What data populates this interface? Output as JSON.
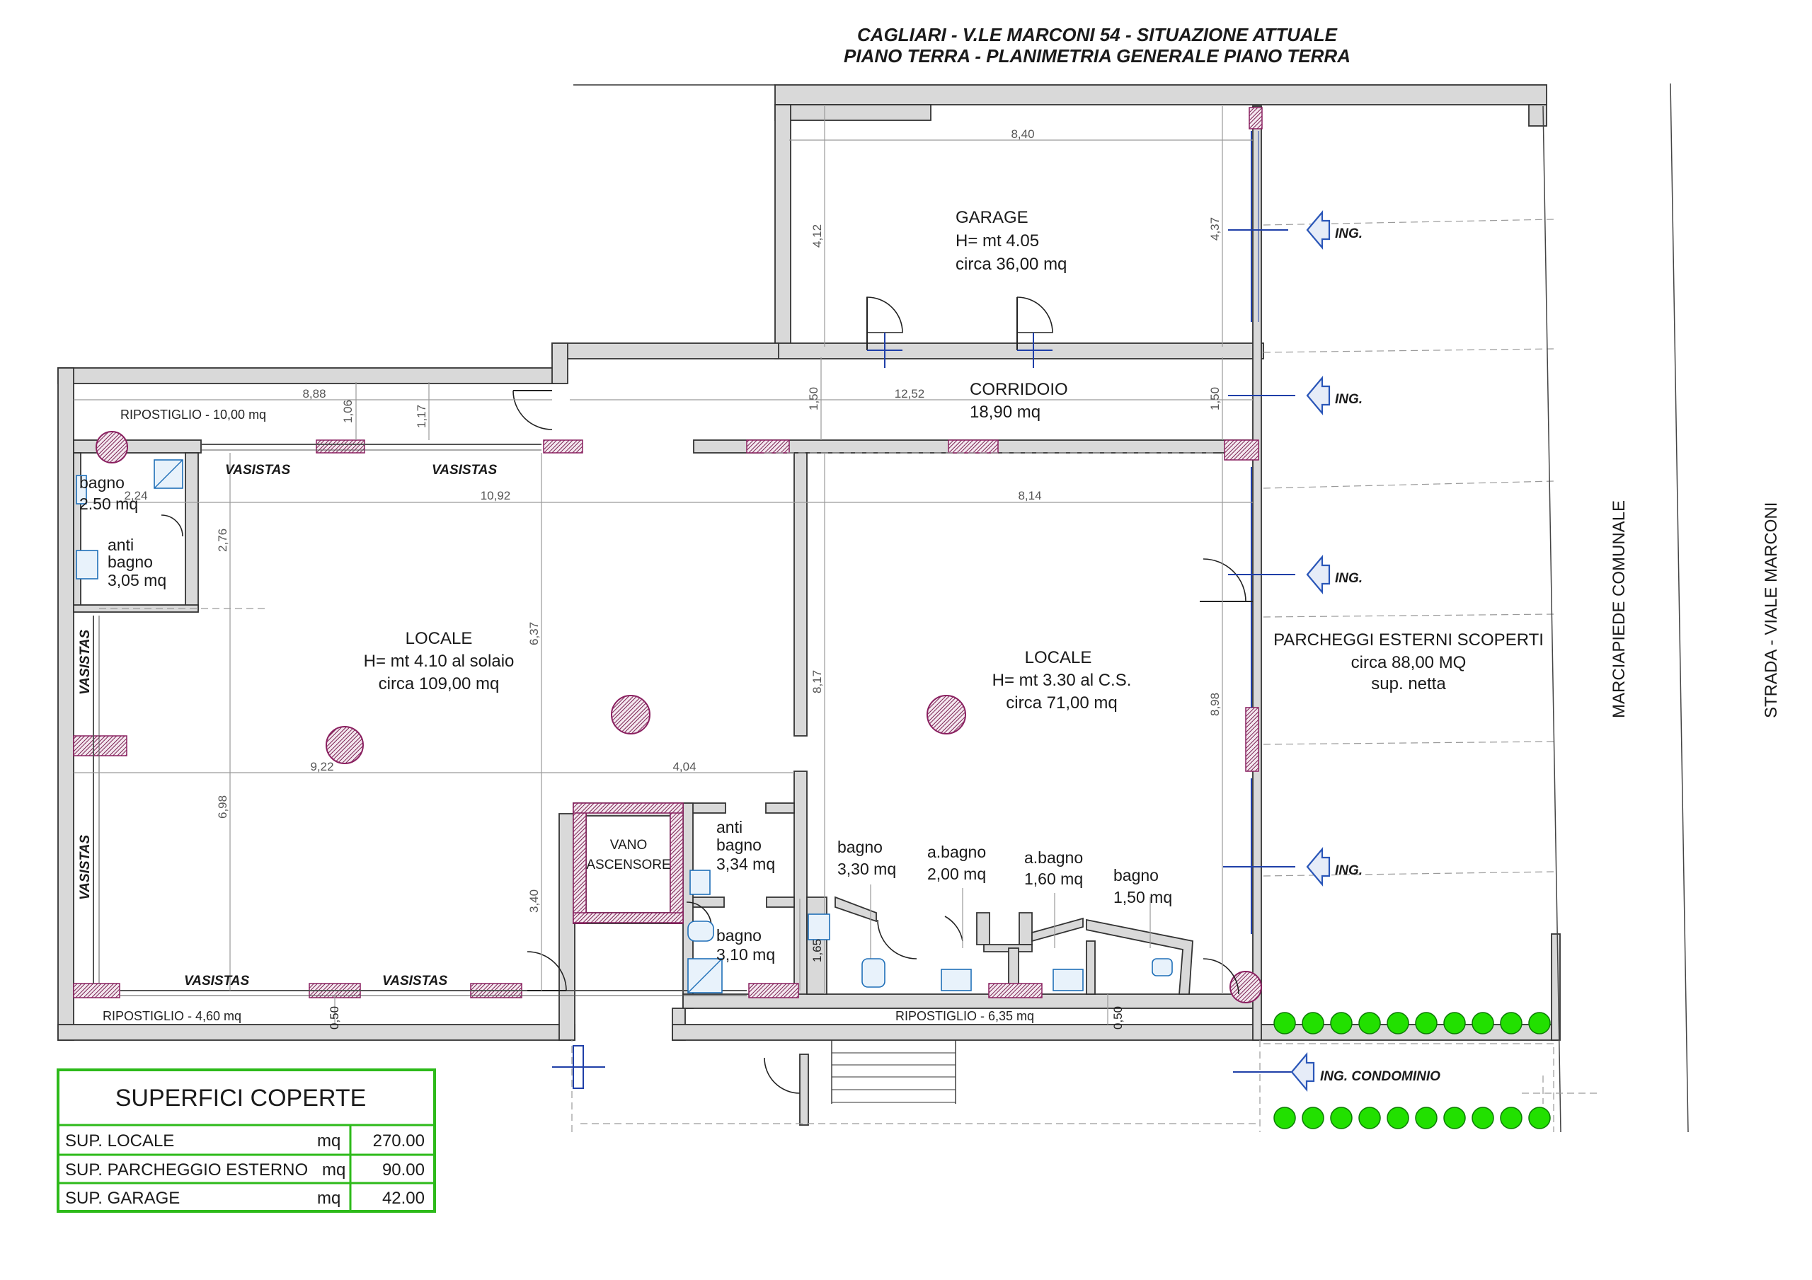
{
  "title": {
    "line1": "CAGLIARI - V.LE MARCONI 54 - SITUAZIONE ATTUALE",
    "line2": "PIANO TERRA - PLANIMETRIA GENERALE PIANO TERRA"
  },
  "rooms": {
    "garage": {
      "name": "GARAGE",
      "height": "H= mt 4.05",
      "area": "circa  36,00 mq"
    },
    "corridoio": {
      "name": "CORRIDOIO",
      "area": "18,90 mq"
    },
    "locale_left": {
      "name": "LOCALE",
      "height": "H= mt 4.10 al solaio",
      "area": "circa  109,00 mq"
    },
    "locale_right": {
      "name": "LOCALE",
      "height": "H= mt 3.30 al C.S.",
      "area": "circa  71,00 mq"
    },
    "parcheggi": {
      "name": "PARCHEGGI ESTERNI SCOPERTI",
      "area": "circa 88,00 MQ",
      "note": "sup. netta"
    },
    "ripostiglio_top": "RIPOSTIGLIO - 10,00 mq",
    "ripostiglio_bl": "RIPOSTIGLIO - 4,60 mq",
    "ripostiglio_br": "RIPOSTIGLIO - 6,35 mq",
    "vano": {
      "line1": "VANO",
      "line2": "ASCENSORE"
    },
    "bagno_left": {
      "name": "bagno",
      "area": "2.50 mq"
    },
    "antibagno_left": {
      "l1": "anti",
      "l2": "bagno",
      "area": "3,05 mq"
    },
    "antibagno_mid": {
      "l1": "anti",
      "l2": "bagno",
      "area": "3,34 mq"
    },
    "bagno_mid": {
      "name": "bagno",
      "area": "3,10 mq"
    },
    "bagno_1": {
      "name": "bagno",
      "area": "3,30 mq"
    },
    "abagno_1": {
      "name": "a.bagno",
      "area": "2,00 mq"
    },
    "abagno_2": {
      "name": "a.bagno",
      "area": "1,60 mq"
    },
    "bagno_2": {
      "name": "bagno",
      "area": "1,50 mq"
    }
  },
  "labels": {
    "vasistas": "VASISTAS",
    "ing": "ING.",
    "ing_condominio": "ING. CONDOMINIO",
    "marciapiede": "MARCIAPIEDE COMUNALE",
    "strada": "STRADA - VIALE MARCONI"
  },
  "dimensions": {
    "d840": "8,40",
    "d412": "4,12",
    "d437": "4,37",
    "d888": "8,88",
    "d106": "1,06",
    "d117": "1,17",
    "d150a": "1,50",
    "d1252": "12,52",
    "d150b": "1,50",
    "d224": "2,24",
    "d1092": "10,92",
    "d814": "8,14",
    "d276": "2,76",
    "d637": "6,37",
    "d817": "8,17",
    "d898": "8,98",
    "d922": "9,22",
    "d404": "4,04",
    "d698": "6,98",
    "d340": "3,40",
    "d165": "1,65",
    "d050a": "0,50",
    "d050b": "0,50"
  },
  "legend": {
    "title": "SUPERFICI COPERTE",
    "rows": [
      {
        "label": "SUP. LOCALE",
        "unit": "mq",
        "value": "270.00"
      },
      {
        "label": "SUP. PARCHEGGIO ESTERNO",
        "unit": "mq",
        "value": "90.00"
      },
      {
        "label": "SUP. GARAGE",
        "unit": "mq",
        "value": "42.00"
      }
    ]
  },
  "colors": {
    "legend_border": "#2dba1a",
    "hatch": "#8a2060",
    "fixture": "#1f6fb8",
    "tree": "#22e000"
  }
}
